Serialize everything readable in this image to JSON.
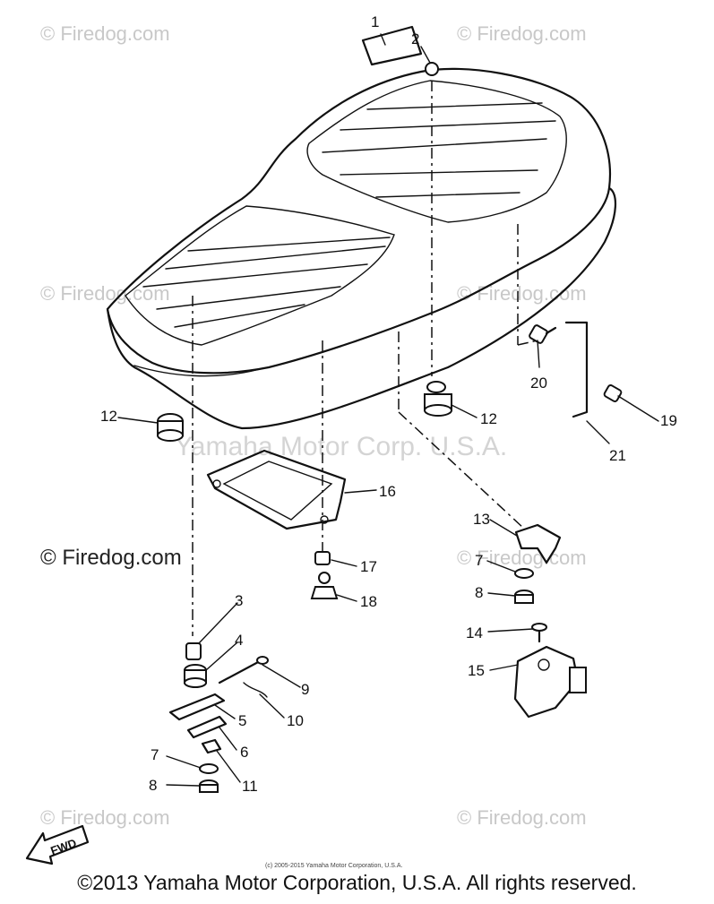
{
  "watermarks": {
    "small": "© Firedog.com",
    "large": "© Firedog.com",
    "manufacturer": "Yamaha Motor Corp. U.S.A."
  },
  "callouts": [
    "1",
    "2",
    "3",
    "4",
    "5",
    "6",
    "7",
    "8",
    "9",
    "10",
    "11",
    "12",
    "12",
    "13",
    "7",
    "8",
    "14",
    "15",
    "16",
    "17",
    "18",
    "19",
    "20",
    "21"
  ],
  "fwd_label": "FWD",
  "small_copyright": "(c) 2005-2015 Yamaha Motor Corporation, U.S.A.",
  "copyright": "©2013 Yamaha Motor Corporation, U.S.A. All rights reserved."
}
